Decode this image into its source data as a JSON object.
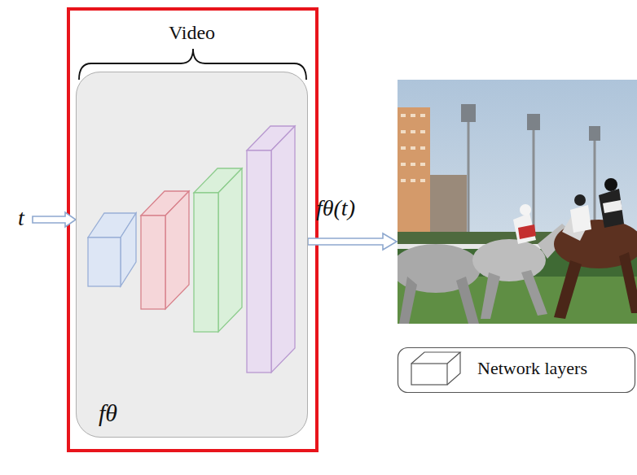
{
  "diagram": {
    "nodes": [
      {
        "text": [
          "Video",
          "fθ"
        ]
      }
    ],
    "labels": [
      "t",
      "fθ(t)"
    ],
    "legend": [
      {
        "text": "Network layers"
      }
    ]
  }
}
